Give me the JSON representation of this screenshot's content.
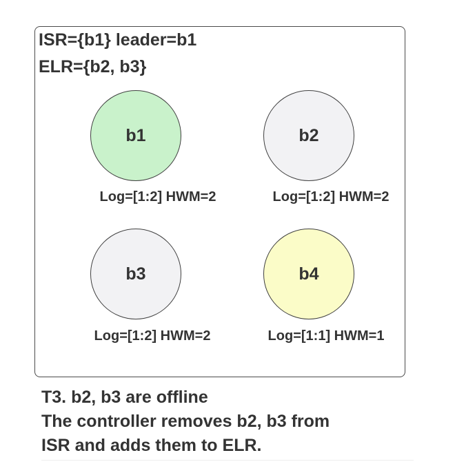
{
  "panel": {
    "isr_line": "ISR={b1} leader=b1",
    "elr_line": "ELR={b2, b3}"
  },
  "brokers": [
    {
      "name": "b1",
      "stats": "Log=[1:2] HWM=2",
      "fill": "#c9f2cb"
    },
    {
      "name": "b2",
      "stats": "Log=[1:2] HWM=2",
      "fill": "#f2f2f4"
    },
    {
      "name": "b3",
      "stats": "Log=[1:2] HWM=2",
      "fill": "#f2f2f4"
    },
    {
      "name": "b4",
      "stats": "Log=[1:1] HWM=1",
      "fill": "#fbfcc8"
    }
  ],
  "caption": {
    "line1": "T3. b2, b3 are offline",
    "line2": "The controller removes b2, b3 from",
    "line3": "ISR and adds them to ELR."
  }
}
